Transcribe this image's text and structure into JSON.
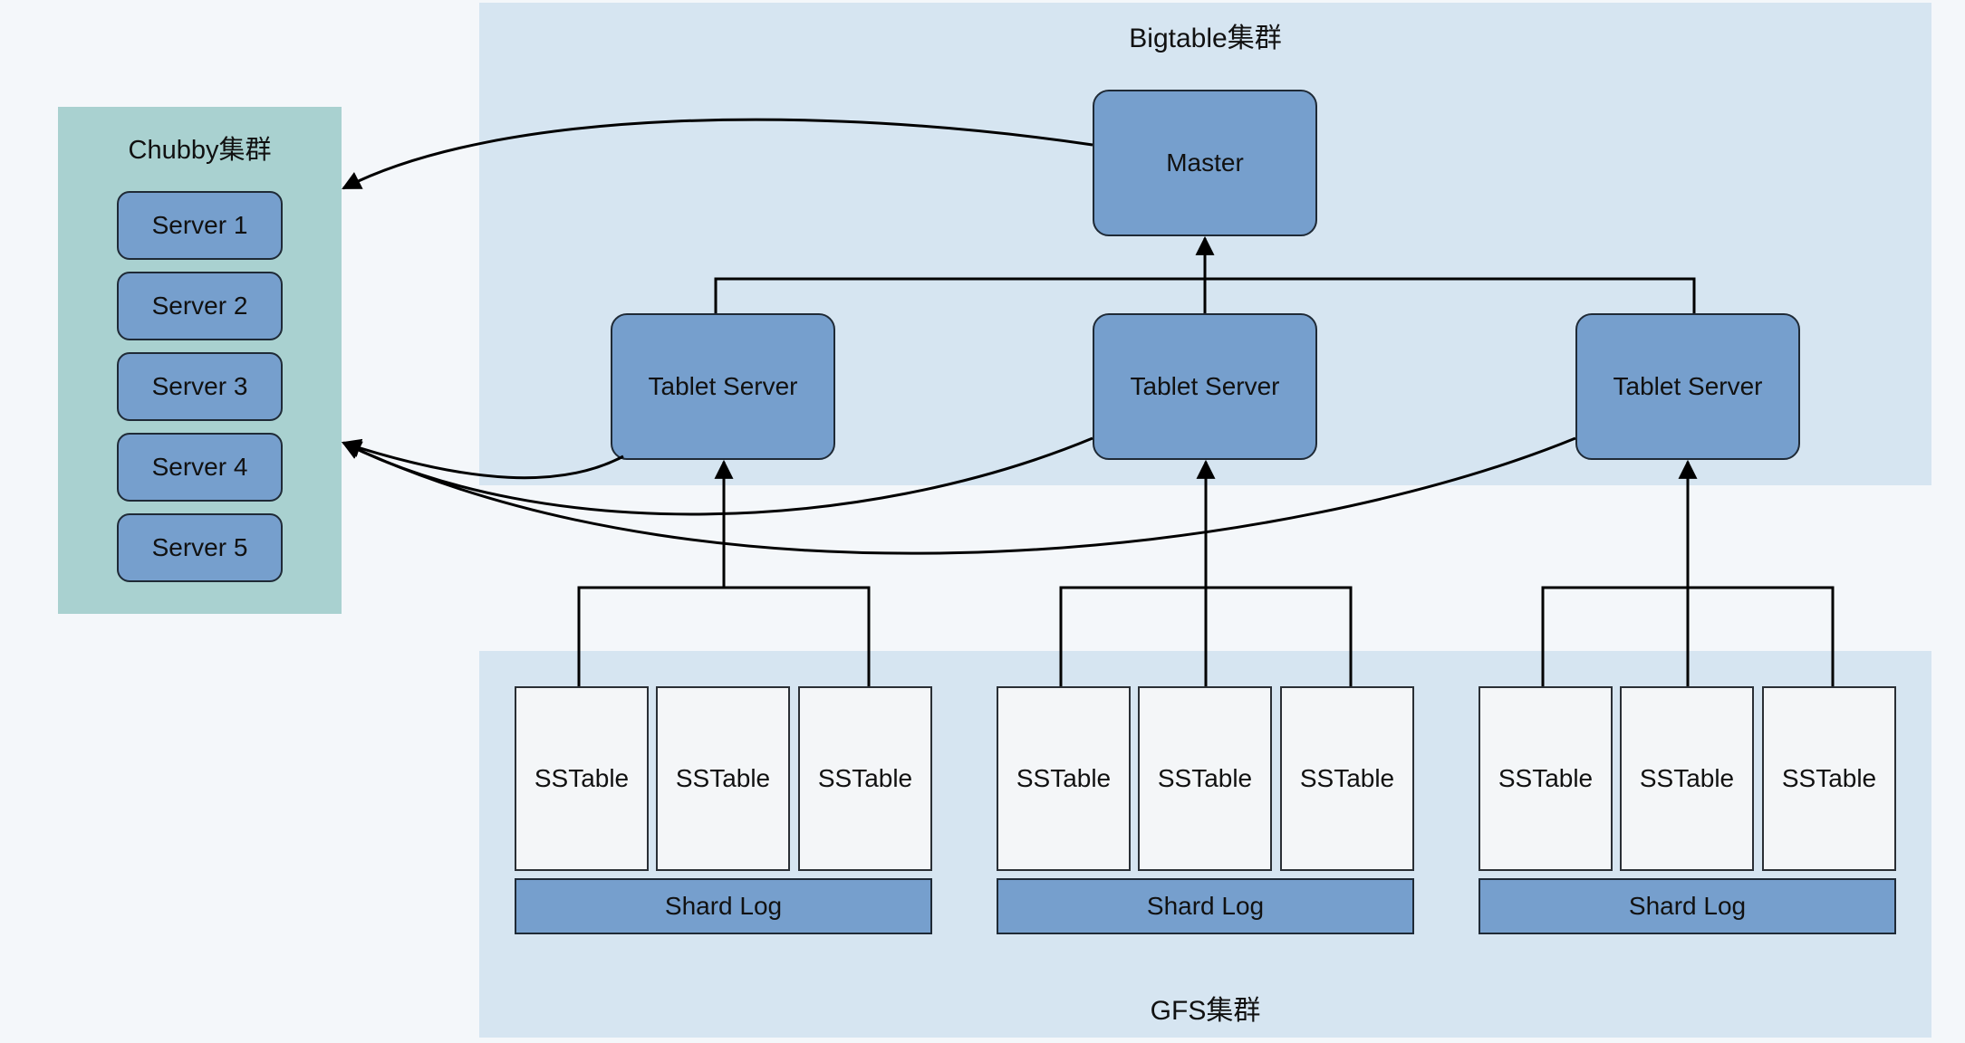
{
  "bigtable": {
    "title": "Bigtable集群",
    "master": "Master",
    "tablet_servers": [
      "Tablet Server",
      "Tablet Server",
      "Tablet Server"
    ]
  },
  "chubby": {
    "title": "Chubby集群",
    "servers": [
      "Server 1",
      "Server 2",
      "Server 3",
      "Server 4",
      "Server 5"
    ]
  },
  "gfs": {
    "title": "GFS集群",
    "groups": [
      {
        "sstables": [
          "SSTable",
          "SSTable",
          "SSTable"
        ],
        "log": "Shard Log"
      },
      {
        "sstables": [
          "SSTable",
          "SSTable",
          "SSTable"
        ],
        "log": "Shard Log"
      },
      {
        "sstables": [
          "SSTable",
          "SSTable",
          "SSTable"
        ],
        "log": "Shard Log"
      }
    ]
  },
  "colors": {
    "node_fill": "#769fcd",
    "chubby_bg": "#a9d1d0",
    "cluster_bg": "#d6e5f1",
    "sstable_fill": "#f4f6f8",
    "edge": "#000000"
  }
}
